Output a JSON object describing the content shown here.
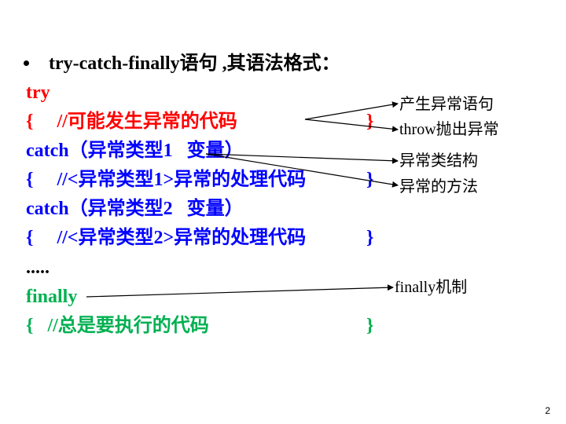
{
  "slide": {
    "bullet_text": "try-catch-finally语句 ,其语法格式：",
    "page_number": "2"
  },
  "code": {
    "try_keyword": "try",
    "try_body": "{     //可能发生异常的代码",
    "try_close": "}",
    "catch1_header": "catch（异常类型1   变量）",
    "catch1_body": "{     //<异常类型1>异常的处理代码",
    "catch1_close": "}",
    "catch2_header": "catch（异常类型2   变量）",
    "catch2_body": "{     //<异常类型2>异常的处理代码",
    "catch2_close": "}",
    "ellipsis": ".....",
    "finally_keyword": "finally",
    "finally_body": "{   //总是要执行的代码",
    "finally_close": "}"
  },
  "annotations": {
    "exception_statement": "产生异常语句",
    "throw_exception": "throw抛出异常",
    "exception_class_structure": "异常类结构",
    "exception_methods": "异常的方法",
    "finally_mechanism": "finally机制"
  },
  "colors": {
    "red": "#ff0000",
    "blue": "#0000ff",
    "green": "#00b050",
    "text": "#000000"
  }
}
